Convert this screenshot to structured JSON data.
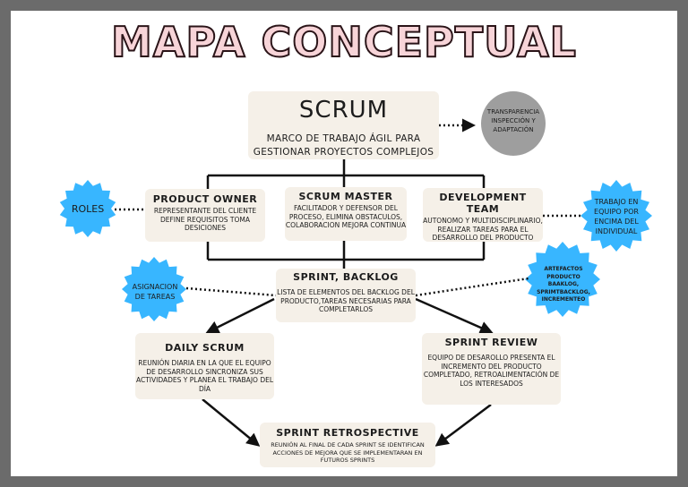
{
  "title": "MAPA CONCEPTUAL",
  "scrum": {
    "title": "SCRUM",
    "description": "MARCO DE TRABAJO ÁGIL PARA GESTIONAR PROYECTOS COMPLEJOS"
  },
  "pillars": "TRANSPARENCIA INSPECCIÓN Y ADAPTACIÓN",
  "roles_label": "ROLES",
  "product_owner": {
    "title": "PRODUCT OWNER",
    "description": "REPRESENTANTE DEL CLIENTE DEFINE REQUISITOS TOMA DESICIONES"
  },
  "scrum_master": {
    "title": "SCRUM MASTER",
    "description": "FACILITADOR Y DEFENSOR DEL PROCESO, ELIMINA OBSTACULOS, COLABORACION MEJORA CONTINUA"
  },
  "development_team": {
    "title": "DEVELOPMENT TEAM",
    "description": "AUTONOMO Y MULTIDISCIPLINARIO, REALIZAR TAREAS PARA EL DESARROLLO DEL PRODUCTO"
  },
  "team_note": "TRABAJO EN EQUIPO POR ENCIMA DEL INDIVIDUAL",
  "sprint_backlog": {
    "title": "SPRINT, BACKLOG",
    "description": "LISTA DE ELEMENTOS DEL BACKLOG DEL PRODUCTO,TAREAS NECESARIAS PARA COMPLETARLOS"
  },
  "task_assignment": "ASIGNACION DE TAREAS",
  "artifacts": "ARTEFACTOS PRODUCTO BAAKLOG, SPRIMTBACKLOG, INCREMENTEO",
  "daily_scrum": {
    "title": "DAILY SCRUM",
    "description": "REUNIÓN DIARIA EN LA QUE EL EQUIPO DE DESARROLLO SINCRONIZA SUS ACTIVIDADES Y PLANEA EL TRABAJO DEL DÍA"
  },
  "sprint_review": {
    "title": "SPRINT REVIEW",
    "description": "EQUIPO DE DESAROLLO PRESENTA EL INCREMENTO DEL PRODUCTO COMPLETADO, RETROALIMENTACIÓN DE LOS INTERESADOS"
  },
  "sprint_retrospective": {
    "title": "SPRINT RETROSPECTIVE",
    "description": "REUNIÓN AL FINAL DE CADA SPRINT SE IDENTIFICAN ACCIONES DE MEJORA QUE SE IMPLEMENTARAN EN FUTUROS SPRINTS"
  },
  "colors": {
    "background": "#6b6b6b",
    "canvas": "#ffffff",
    "box_fill": "#f5f0e8",
    "starburst": "#38b6ff",
    "circle": "#9e9e9e",
    "title_fill": "#f7d4d8",
    "title_outline": "#2a1418"
  }
}
